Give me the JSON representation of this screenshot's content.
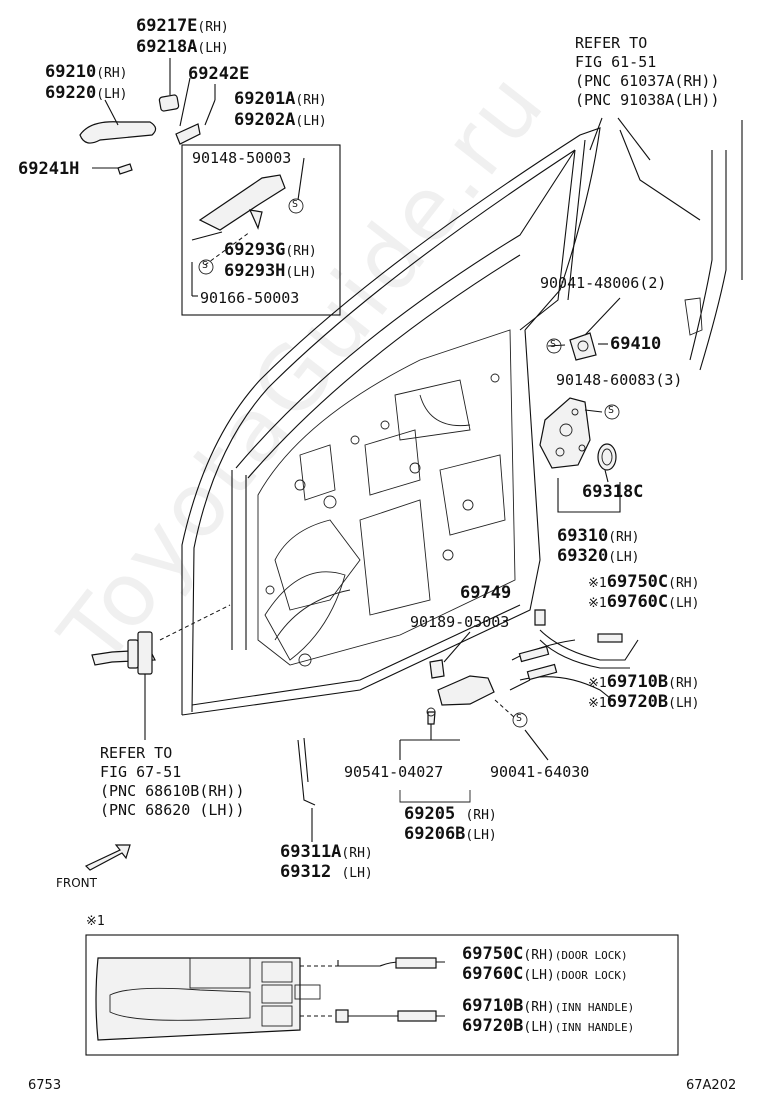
{
  "watermark": "ToyotaGuide.ru",
  "parts": {
    "p69217e": "69217E",
    "p69217e_side": "(RH)",
    "p69218a": "69218A",
    "p69218a_side": "(LH)",
    "p69210": "69210",
    "p69210_side": "(RH)",
    "p69220": "69220",
    "p69220_side": "(LH)",
    "p69242e": "69242E",
    "p69201a": "69201A",
    "p69201a_side": "(RH)",
    "p69202a": "69202A",
    "p69202a_side": "(LH)",
    "p69241h": "69241H",
    "p90148_50003": "90148-50003",
    "p69293g": "69293G",
    "p69293g_side": "(RH)",
    "p69293h": "69293H",
    "p69293h_side": "(LH)",
    "p90166_50003": "90166-50003",
    "p90041_48006": "90041-48006(2)",
    "p69410": "69410",
    "p90148_60083": "90148-60083(3)",
    "p69318c": "69318C",
    "p69310": "69310",
    "p69310_side": "(RH)",
    "p69320": "69320",
    "p69320_side": "(LH)",
    "p69749": "69749",
    "p69750c": "69750C",
    "p69750c_side": "(RH)",
    "p69760c": "69760C",
    "p69760c_side": "(LH)",
    "p90189_05003": "90189-05003",
    "p69710b": "69710B",
    "p69710b_side": "(RH)",
    "p69720b": "69720B",
    "p69720b_side": "(LH)",
    "p90541_04027": "90541-04027",
    "p90041_64030": "90041-64030",
    "p69205": "69205",
    "p69205_side": "(RH)",
    "p69206b": "69206B",
    "p69206b_side": "(LH)",
    "p69311a": "69311A",
    "p69311a_side": "(RH)",
    "p69312": "69312",
    "p69312_side": "(LH)"
  },
  "marks": {
    "note_mark": "※1",
    "s_mark": "S"
  },
  "refs": {
    "top_right": [
      "REFER TO",
      "FIG 61-51",
      "(PNC 61037A(RH))",
      "(PNC 91038A(LH))"
    ],
    "left": [
      "REFER TO",
      "FIG 67-51",
      "(PNC 68610B(RH))",
      "(PNC 68620 (LH))"
    ]
  },
  "front_label": "FRONT",
  "inset": {
    "note": "※1",
    "rows": [
      {
        "part": "69750C",
        "side": "(RH)",
        "desc": "(DOOR LOCK)"
      },
      {
        "part": "69760C",
        "side": "(LH)",
        "desc": "(DOOR LOCK)"
      },
      {
        "part": "69710B",
        "side": "(RH)",
        "desc": "(INN HANDLE)"
      },
      {
        "part": "69720B",
        "side": "(LH)",
        "desc": "(INN HANDLE)"
      }
    ]
  },
  "footer": {
    "left": "6753",
    "right": "67A202"
  }
}
